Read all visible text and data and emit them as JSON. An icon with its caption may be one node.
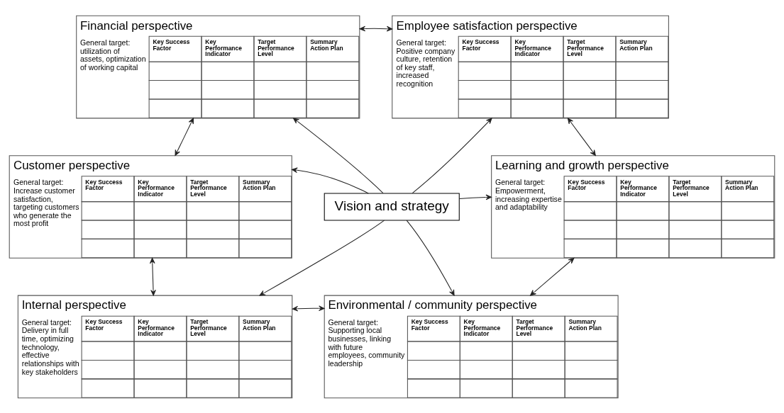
{
  "diagram": {
    "nodes": [
      {
        "text": [
          "Financial perspective",
          "General target: utilization of assets, optimization of working capital",
          "Key Success Factor",
          "Key Performance Indicator",
          "Target Performance Level",
          "Summary Action Plan"
        ]
      },
      {
        "text": [
          "Employee satisfaction perspective",
          "General target: Positive company culture, retention of key staff, increased recognition",
          "Key Success Factor",
          "Key Performance Indicator",
          "Target Performance Level",
          "Summary Action Plan"
        ]
      },
      {
        "text": [
          "Customer perspective",
          "General target: Increase customer satisfaction, targeting customers who generate the most profit",
          "Key Success Factor",
          "Key Performance Indicator",
          "Target Performance Level",
          "Summary Action Plan"
        ]
      },
      {
        "text": [
          "Vision and strategy"
        ]
      },
      {
        "text": [
          "Learning and growth perspective",
          "General target: Empowerment, increasing expertise and adaptability",
          "Key Success Factor",
          "Key Performance Indicator",
          "Target Performance Level",
          "Summary Action Plan"
        ]
      },
      {
        "text": [
          "Internal perspective",
          "General target: Delivery in full time, optimizing technology, effective relationships with key stakeholders",
          "Key Success Factor",
          "Key Performance Indicator",
          "Target Performance Level",
          "Summary Action Plan"
        ]
      },
      {
        "text": [
          "Environmental / community perspective",
          "General target: Supporting local businesses, linking with future employees, community leadership",
          "Key Success Factor",
          "Key Performance Indicator",
          "Target Performance Level",
          "Summary Action Plan"
        ]
      }
    ],
    "edges": [
      {
        "from": 3,
        "to": 0,
        "arrow": "to"
      },
      {
        "from": 3,
        "to": 1,
        "arrow": "to"
      },
      {
        "from": 3,
        "to": 2,
        "arrow": "to"
      },
      {
        "from": 3,
        "to": 4,
        "arrow": "to"
      },
      {
        "from": 3,
        "to": 5,
        "arrow": "to"
      },
      {
        "from": 3,
        "to": 6,
        "arrow": "to"
      },
      {
        "from": 0,
        "to": 1,
        "arrow": "both"
      },
      {
        "from": 0,
        "to": 2,
        "arrow": "both"
      },
      {
        "from": 1,
        "to": 4,
        "arrow": "both"
      },
      {
        "from": 2,
        "to": 5,
        "arrow": "both"
      },
      {
        "from": 5,
        "to": 6,
        "arrow": "both"
      },
      {
        "from": 4,
        "to": 6,
        "arrow": "both"
      }
    ]
  }
}
